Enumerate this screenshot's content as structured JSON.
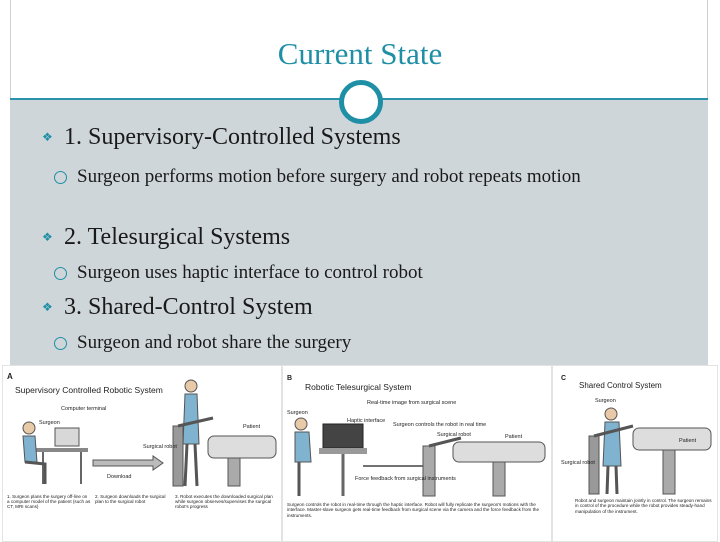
{
  "slide": {
    "title": "Current State",
    "sections": [
      {
        "heading": "1. Supervisory-Controlled Systems",
        "points": [
          "Surgeon performs motion before surgery and robot repeats motion"
        ]
      },
      {
        "heading": "2. Telesurgical Systems",
        "points": [
          "Surgeon uses haptic interface to control robot"
        ]
      },
      {
        "heading": "3. Shared-Control System",
        "points": [
          "Surgeon and robot share the surgery"
        ]
      }
    ]
  },
  "figures": {
    "a": {
      "letter": "A",
      "title": "Supervisory Controlled Robotic System",
      "labels": [
        "Computer terminal",
        "Surgeon",
        "Surgical robot",
        "Patient",
        "Download"
      ],
      "captions": [
        "1. Surgeon plans the surgery off-line on a computer model of the patient (such as CT, MRI scans)",
        "2. Surgeon downloads the surgical plan to the surgical robot",
        "3. Robot executes the downloaded surgical plan while surgeon observes/supervises the surgical robot's progress"
      ]
    },
    "b": {
      "letter": "B",
      "title": "Robotic Telesurgical System",
      "labels": [
        "Real-time image from surgical scene",
        "Surgeon",
        "Haptic interface",
        "Surgeon controls the robot in real time",
        "Surgical robot",
        "Patient",
        "Force feedback from surgical instruments"
      ],
      "caption": "Surgeon controls the robot in real-time through the haptic interface. Robot will fully replicate the surgeon's motions with the interface. Master-slave surgeon gets real-time feedback from surgical scene via the camera and the force feedback from the instruments."
    },
    "c": {
      "letter": "C",
      "title": "Shared Control System",
      "labels": [
        "Surgeon",
        "Patient",
        "Surgical robot"
      ],
      "caption": "Robot and surgeon maintain jointly in control. The surgeon remains in control of the procedure while the robot provides steady-hand manipulation of the instrument."
    }
  }
}
